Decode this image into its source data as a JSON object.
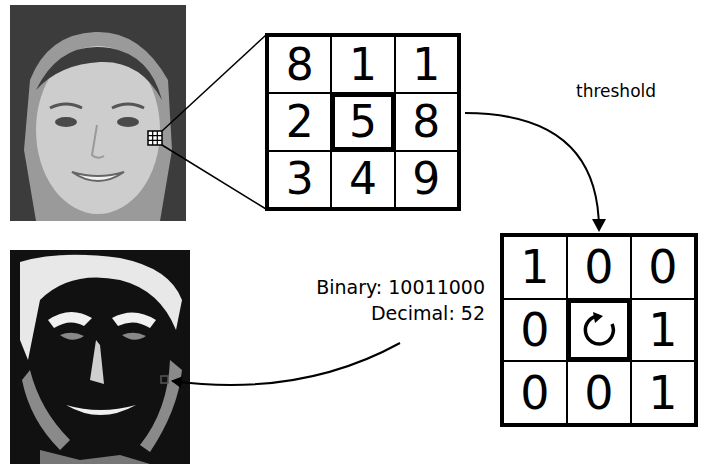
{
  "diagram": {
    "nodes": [
      {
        "text": [
          "8",
          "1",
          "1",
          "2",
          "5",
          "8",
          "3",
          "4",
          "9"
        ]
      },
      {
        "text": [
          "1",
          "0",
          "0",
          "0",
          "1",
          "0",
          "0",
          "1"
        ]
      }
    ],
    "edges": [
      {
        "from": 0,
        "to": 1,
        "arrow": "to",
        "label": "threshold"
      }
    ],
    "labels": [
      "Binary: 10011000",
      "Decimal: 52"
    ]
  }
}
